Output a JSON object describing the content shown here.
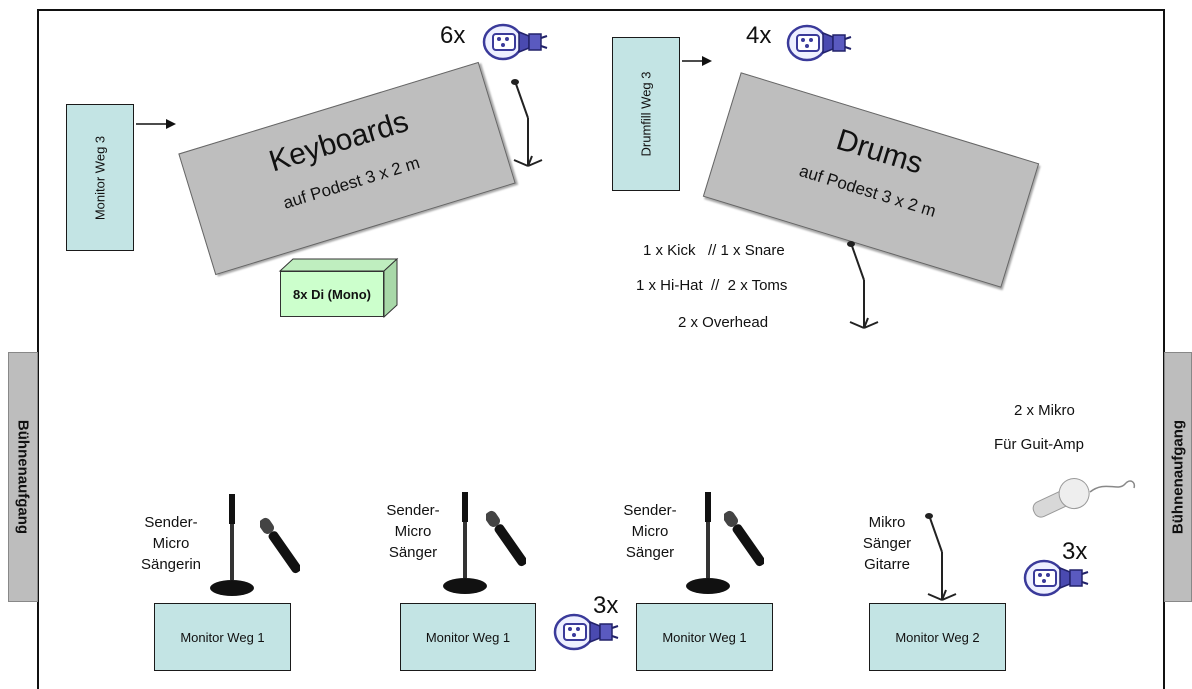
{
  "stage_entrance": {
    "left": "Bühnenaufgang",
    "right": "Bühnenaufgang"
  },
  "keyboards": {
    "title": "Keyboards",
    "subtitle": "auf Podest 3 x 2 m"
  },
  "drums": {
    "title": "Drums",
    "subtitle": "auf Podest 3 x 2 m"
  },
  "di_box": {
    "label": "8x Di (Mono)"
  },
  "monitors": {
    "keys_side": "Monitor Weg 3",
    "drumfill": "Drumfill Weg 3",
    "front": [
      "Monitor Weg 1",
      "Monitor Weg 1",
      "Monitor Weg 1",
      "Monitor Weg 2"
    ]
  },
  "multicore_counts": {
    "keyboards": "6x",
    "drums": "4x",
    "center": "3x",
    "right": "3x"
  },
  "drum_mics": {
    "line1": "1 x Kick   // 1 x Snare",
    "line2": "1 x Hi-Hat  //  2 x Toms",
    "line3": "2 x Overhead"
  },
  "guitar_amp": {
    "line1": "2 x Mikro",
    "line2": "Für Guit-Amp"
  },
  "vocal_mics": [
    [
      "Sender-",
      "Micro",
      "Sängerin"
    ],
    [
      "Sender-",
      "Micro",
      "Sänger"
    ],
    [
      "Sender-",
      "Micro",
      "Sänger"
    ],
    [
      "Mikro",
      "Sänger",
      "Gitarre"
    ]
  ],
  "colors": {
    "podest": "#bebebe",
    "monitor": "#c3e4e4",
    "di_box": "#ccffcc",
    "stage_entrance": "#bdbdbd",
    "connector_blue": "#3a3a9a"
  }
}
